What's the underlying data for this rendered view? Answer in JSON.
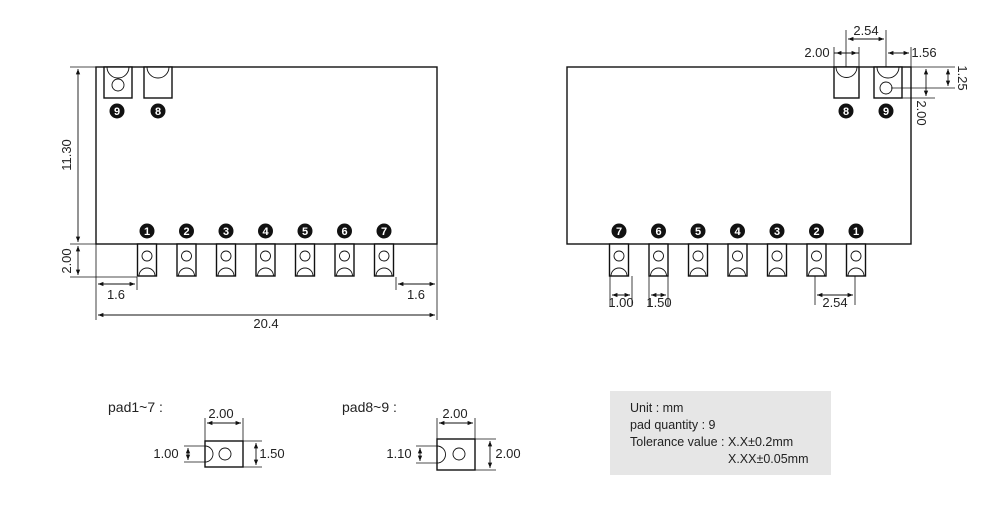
{
  "left_view": {
    "pins": [
      "1",
      "2",
      "3",
      "4",
      "5",
      "6",
      "7"
    ],
    "top_pins": [
      "9",
      "8"
    ],
    "dims": {
      "height": "11.30",
      "pad_depth": "2.00",
      "left_offset": "1.6",
      "right_offset": "1.6",
      "width": "20.4"
    }
  },
  "right_view": {
    "pins": [
      "7",
      "6",
      "5",
      "4",
      "3",
      "2",
      "1"
    ],
    "top_pins": [
      "8",
      "9"
    ],
    "dims": {
      "pitch_top": "2.54",
      "pad_w": "2.00",
      "edge": "1.56",
      "hole_off": "1.25",
      "pad_h": "2.00",
      "hole": "1.00",
      "pad_w_bottom": "1.50",
      "pitch_bottom": "2.54"
    }
  },
  "pad17": {
    "title": "pad1~7 :",
    "width": "2.00",
    "left_h": "1.00",
    "right_h": "1.50"
  },
  "pad89": {
    "title": "pad8~9 :",
    "width": "2.00",
    "left_h": "1.10",
    "right_h": "2.00"
  },
  "info": {
    "unit": "Unit : mm",
    "quantity": "pad quantity : 9",
    "tolerance": "Tolerance value : X.X±0.2mm",
    "tolerance2": "X.XX±0.05mm"
  }
}
